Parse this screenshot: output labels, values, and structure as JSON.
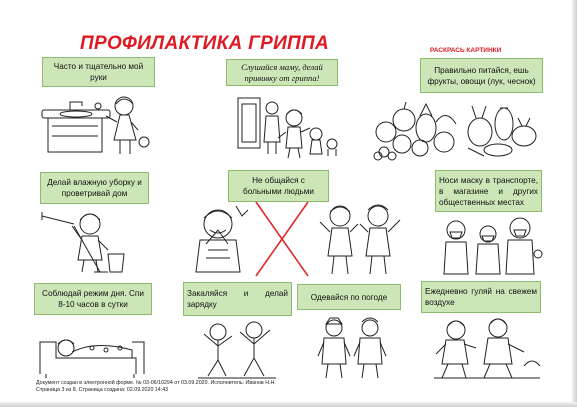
{
  "document": {
    "title": "ПРОФИЛАКТИКА ГРИППА",
    "subtitle_note": "РАСКРАСЬ КАРТИНКИ"
  },
  "tips": [
    {
      "id": "wash-hands",
      "text": "Часто и тщательно мой руки",
      "illustration": "child-washing-hands"
    },
    {
      "id": "vaccination",
      "text": "Слушайся маму, делай прививку от гриппа!",
      "illustration": "family-at-doctor"
    },
    {
      "id": "nutrition",
      "text": "Правильно питайся, ешь фрукты, овощи (лук, чеснок)",
      "illustration": "fruits-and-vegetables"
    },
    {
      "id": "cleaning",
      "text": "Делай влажную уборку и проветривай дом",
      "illustration": "girl-with-mop"
    },
    {
      "id": "avoid-sick",
      "text": "Не общайся с больными людьми",
      "illustration": "sick-child-crossed"
    },
    {
      "id": "mask-transport",
      "text": "Носи маску в транспорте, в магазине и других общественных местах",
      "illustration": "people-in-masks"
    },
    {
      "id": "sleep",
      "text": "Соблюдай режим дня. Спи 8-10 часов в сутки",
      "illustration": "sleeping-child"
    },
    {
      "id": "exercise",
      "text": "Закаляйся и делай зарядку",
      "illustration": "children-exercising"
    },
    {
      "id": "dress-weather",
      "text": "Одевайся по погоде",
      "illustration": "children-in-winter-clothes"
    },
    {
      "id": "walks",
      "text": "Ежедневно гуляй на свежем воздухе",
      "illustration": "children-walking-outdoors"
    }
  ],
  "footer": {
    "line1": "Документ создан в электронной форме. № 03-06/10294 от 03.09.2020. Исполнитель: Иванов Н.Н.",
    "line2": "Страница 3 из 8. Страница создана: 02.09.2020 14:43"
  },
  "colors": {
    "title": "#e01a22",
    "card_fill": "#cde6b8",
    "card_border": "#8cbb6e",
    "cross": "#e0282e"
  }
}
